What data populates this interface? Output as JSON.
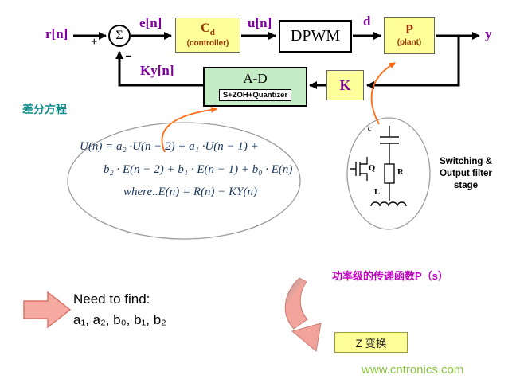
{
  "diagram": {
    "sum": {
      "sigma": "Σ",
      "plus": "+",
      "minus": "-"
    },
    "signals": {
      "r": "r[n]",
      "e": "e[n]",
      "u": "u[n]",
      "d": "d",
      "y": "y",
      "ky": "Ky[n]"
    },
    "blocks": {
      "controller": {
        "letter": "C",
        "sub": "d",
        "caption": "(controller)"
      },
      "dpwm": {
        "label": "DPWM"
      },
      "plant": {
        "letter": "P",
        "caption": "(plant)"
      },
      "gain": {
        "label": "K"
      },
      "ad": {
        "label": "A-D",
        "caption": "S+ZOH+Quantizer"
      }
    }
  },
  "annotations": {
    "difference_equation": "差分方程",
    "equation": {
      "line1": "U(n) = a₂ ·U(n − 2) + a₁ ·U(n − 1) +",
      "line2": "b₂ · E(n − 2) + b₁ · E(n − 1) + b₀ · E(n)",
      "line3": "where..E(n) = R(n) − KY(n)"
    },
    "circuit": {
      "capacitor": "c",
      "transistor": "Q",
      "resistor": "R",
      "inductor": "L"
    },
    "stage_note": "Switching & Output filter stage",
    "need_to_find": {
      "title": "Need to find:",
      "coeffs": "a₁, a₂, b₀, b₁, b₂"
    },
    "power_stage": "功率级的传递函数P（s）",
    "z_transform": "Z 变换",
    "watermark": "www.cntronics.com"
  },
  "colors": {
    "signal_purple": "#8000A0",
    "block_yellow": "#FFFF99",
    "block_dark_red": "#993300",
    "ad_green": "#C4ECC4",
    "equation_navy": "#17375E",
    "teal": "#0F8A8A",
    "magenta": "#C000C0",
    "orange": "#FF6A13",
    "pink": "#F2A49B",
    "watermark_green": "#8CC63F"
  }
}
